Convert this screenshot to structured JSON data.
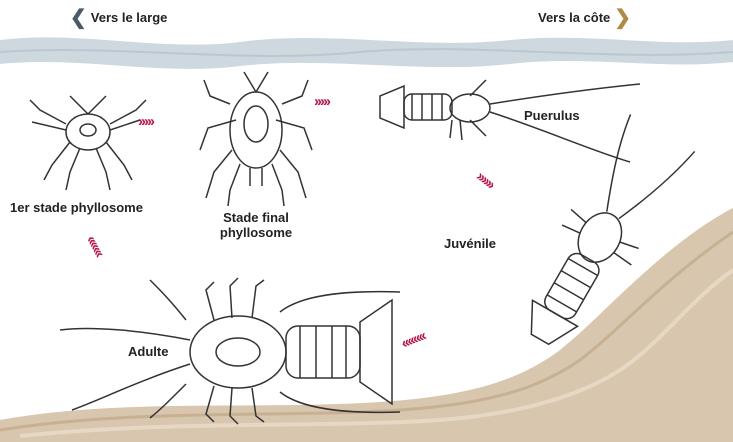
{
  "directions": {
    "offshore": "Vers le large",
    "coast": "Vers la côte",
    "offshore_chevron": "❮",
    "coast_chevron": "❯"
  },
  "stages": [
    {
      "id": "phyllosome1",
      "label": "1er stade phyllosome"
    },
    {
      "id": "phyllosome_final",
      "label_line1": "Stade final",
      "label_line2": "phyllosome"
    },
    {
      "id": "puerulus",
      "label": "Puerulus"
    },
    {
      "id": "juvenile",
      "label": "Juvénile"
    },
    {
      "id": "adult",
      "label": "Adulte"
    }
  ],
  "colors": {
    "arrow": "#b5174f",
    "water": "#c9d4dc",
    "sediment": "#d9c6ae",
    "chevron_left": "#4a5a6a",
    "chevron_right": "#b08a4a",
    "line_art": "#333333"
  },
  "arrow_glyphs": {
    "right": "›››››",
    "left": "‹‹‹‹‹‹‹‹",
    "down_right": "››››››",
    "up_left": "‹‹‹‹‹‹‹"
  }
}
